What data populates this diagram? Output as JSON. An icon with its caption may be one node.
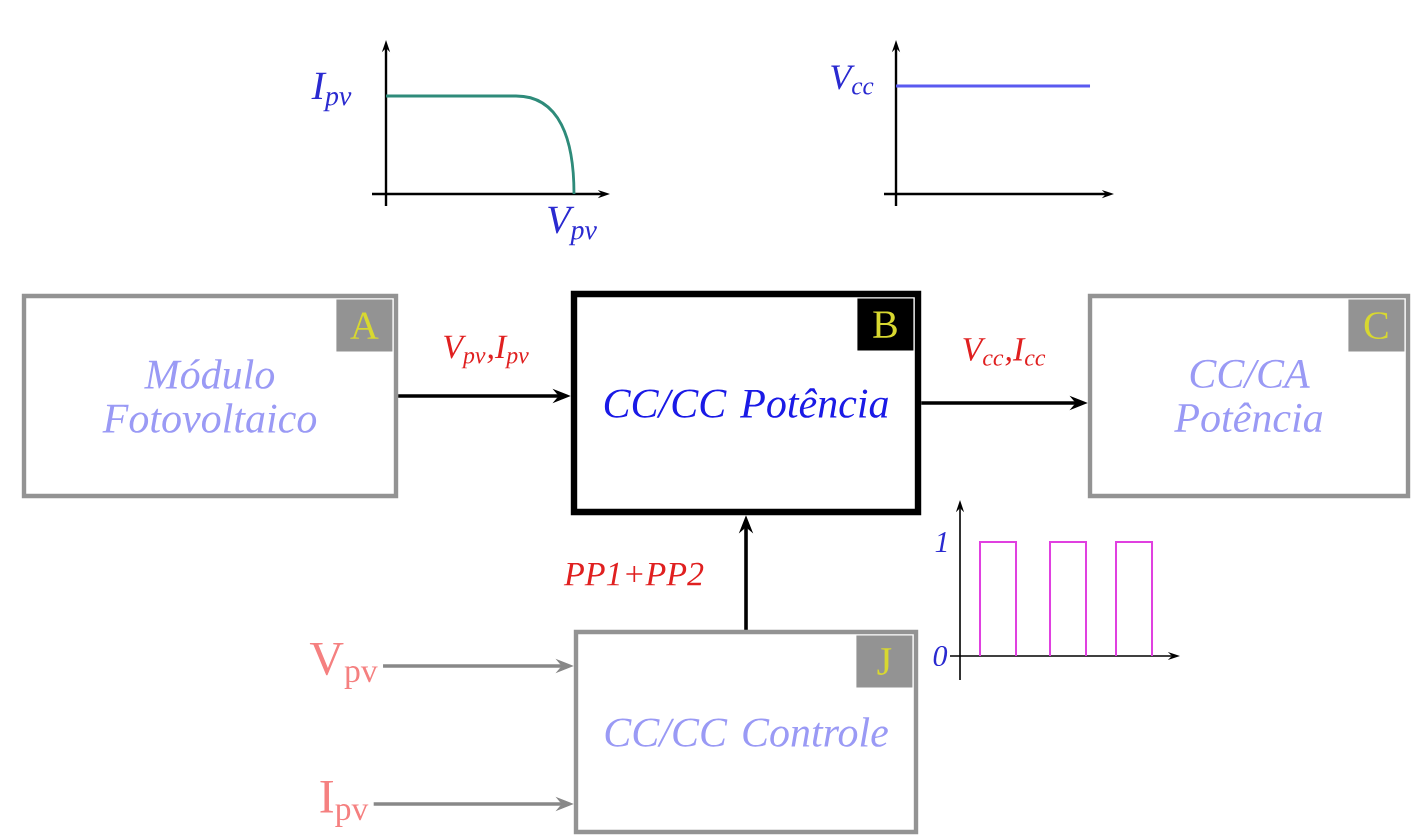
{
  "diagram": {
    "nodes": [
      {
        "text": [
          "A",
          "Módulo Fotovoltaico"
        ]
      },
      {
        "text": [
          "B",
          "CC/CC Potência"
        ]
      },
      {
        "text": [
          "C",
          "CC/CA Potência"
        ]
      },
      {
        "text": [
          "J",
          "CC/CC Controle"
        ]
      },
      {
        "text": [
          "V$_{pv}$"
        ]
      },
      {
        "text": [
          "I$_{pv}$"
        ]
      }
    ],
    "edges": [
      {
        "from": 0,
        "to": 1,
        "arrow": "to",
        "label": "V$_{pv}$,I$_{pv}$"
      },
      {
        "from": 1,
        "to": 2,
        "arrow": "to",
        "label": "V$_{cc}$,I$_{cc}$"
      },
      {
        "from": 3,
        "to": 1,
        "arrow": "to",
        "label": "PP1+PP2"
      },
      {
        "from": 4,
        "to": 3,
        "arrow": "to",
        "color": "#888888"
      },
      {
        "from": 5,
        "to": 3,
        "arrow": "to",
        "color": "#888888"
      }
    ],
    "labels": [
      "I$_{pv}$",
      "V$_{pv}$",
      "V$_{cc}$",
      "1",
      "0"
    ]
  }
}
